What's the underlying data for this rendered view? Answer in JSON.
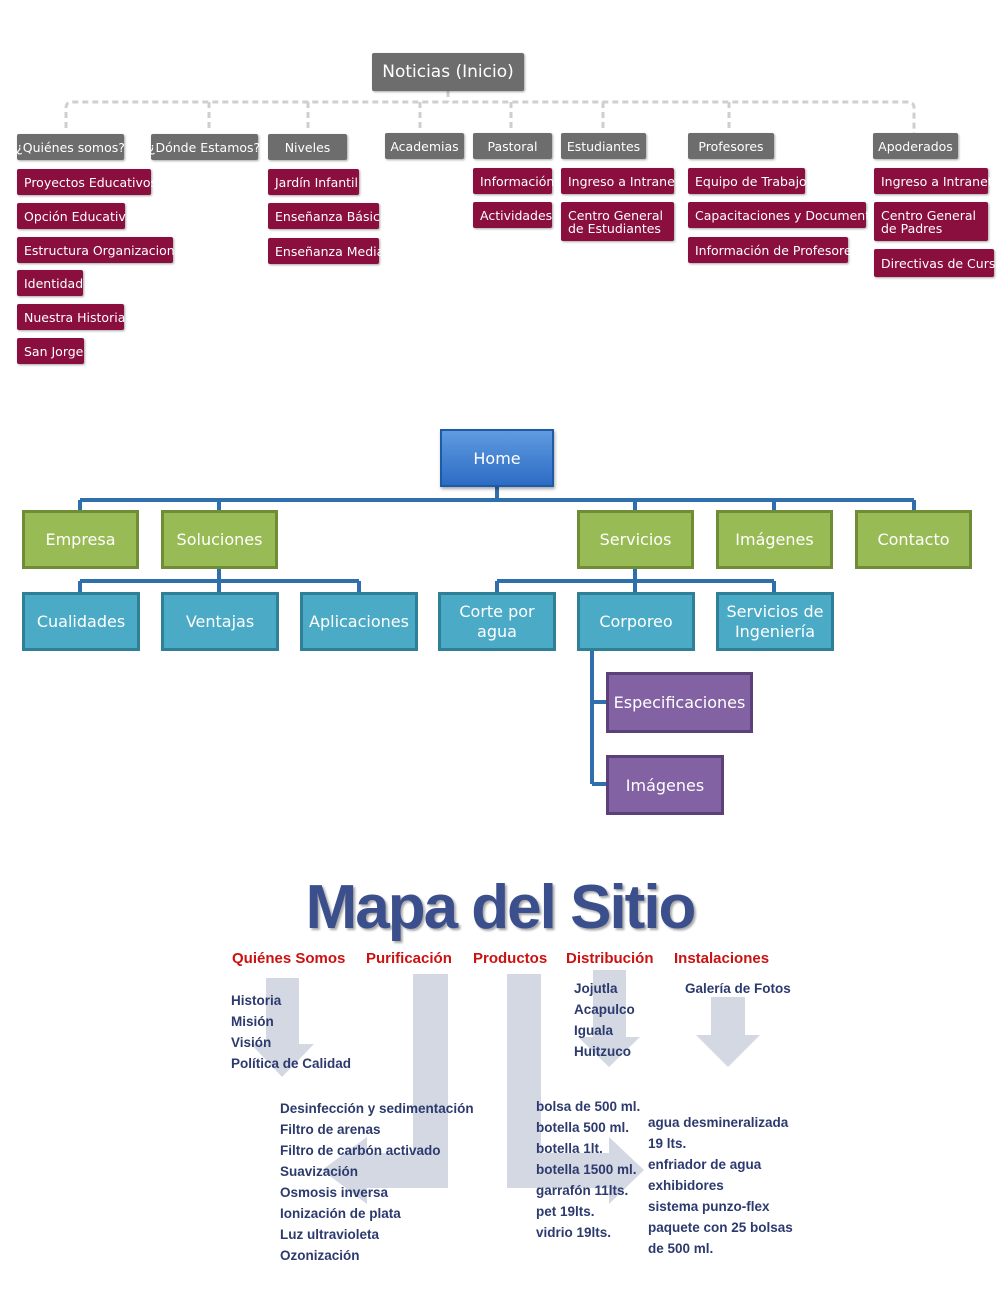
{
  "diagram1": {
    "root": "Noticias (Inicio)",
    "columns": [
      {
        "header": "¿Quiénes somos?",
        "children": [
          "Proyectos Educativos",
          "Opción Educativa",
          "Estructura Organizacional",
          "Identidad",
          "Nuestra Historia",
          "San Jorge"
        ]
      },
      {
        "header": "¿Dónde Estamos?",
        "children": []
      },
      {
        "header": "Niveles",
        "children": [
          "Jardín Infantil",
          "Enseñanza Básica",
          "Enseñanza Media"
        ]
      },
      {
        "header": "Academias",
        "children": []
      },
      {
        "header": "Pastoral",
        "children": [
          "Información",
          "Actividades"
        ]
      },
      {
        "header": "Estudiantes",
        "children": [
          "Ingreso a Intranet",
          "Centro General de Estudiantes"
        ]
      },
      {
        "header": "Profesores",
        "children": [
          "Equipo de Trabajo",
          "Capacitaciones y Documentos",
          "Información de Profesores"
        ]
      },
      {
        "header": "Apoderados",
        "children": [
          "Ingreso a Intranet",
          "Centro General de Padres",
          "Directivas de Curso"
        ]
      }
    ]
  },
  "diagram2": {
    "home": "Home",
    "level1": [
      "Empresa",
      "Soluciones",
      "Servicios",
      "Imágenes",
      "Contacto"
    ],
    "soluciones_children": [
      "Cualidades",
      "Ventajas",
      "Aplicaciones"
    ],
    "servicios_children": [
      "Corte por agua",
      "Corporeo",
      "Servicios de Ingeniería"
    ],
    "corporeo_children": [
      "Especificaciones",
      "Imágenes"
    ]
  },
  "diagram3": {
    "title": "Mapa del Sitio",
    "sections": [
      {
        "header": "Quiénes Somos",
        "items": [
          "Historia",
          "Misión",
          "Visión",
          "Política de Calidad"
        ]
      },
      {
        "header": "Purificación",
        "items": [
          "Desinfección y sedimentación",
          "Filtro de arenas",
          "Filtro de carbón activado",
          "Suavización",
          "Osmosis inversa",
          "Ionización de plata",
          "Luz ultravioleta",
          "Ozonización"
        ]
      },
      {
        "header": "Productos",
        "items": [
          "bolsa de 500 ml.",
          "botella 500 ml.",
          "botella 1lt.",
          "botella 1500 ml.",
          "garrafón 11lts.",
          "pet 19lts.",
          "vidrio 19lts."
        ]
      },
      {
        "header": "Distribución",
        "items": [
          "Jojutla",
          "Acapulco",
          "Iguala",
          "Huitzuco"
        ]
      },
      {
        "header": "Instalaciones",
        "items": [
          "Galería de Fotos"
        ]
      }
    ],
    "extra_items": [
      "agua desmineralizada",
      "19 lts.",
      "enfriador de agua",
      "exhibidores",
      "sistema punzo-flex",
      "paquete con 25 bolsas",
      "de 500 ml."
    ]
  },
  "colors": {
    "d1_gray": "#6d6d6d",
    "d1_maroon": "#8a0e3e",
    "d2_blue_home": "#3a7bd5",
    "d2_green": "#99bb55",
    "d2_teal": "#4babc6",
    "d2_purple": "#8262a2",
    "d3_title": "#3b4f8c",
    "d3_header": "#cc1111"
  }
}
